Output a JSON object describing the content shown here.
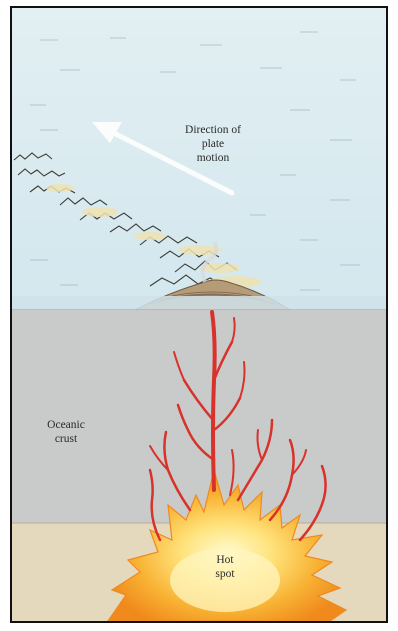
{
  "labels": {
    "direction": [
      "Direction of",
      "plate",
      "motion"
    ],
    "oceanic_crust": [
      "Oceanic",
      "crust"
    ],
    "hot_spot": [
      "Hot",
      "spot"
    ]
  },
  "colors": {
    "sky": "#dcecf1",
    "ocean_floor": "#c6c9c9",
    "lower_layer": "#e3d6bb",
    "magma_conduit": "#d8322a",
    "hot_spot_core": "#fff3a0",
    "hot_spot_outer": "#f6a126",
    "arrow": "#ffffff",
    "frame": "#111111"
  },
  "icons": {
    "arrow": "plate-motion-arrow",
    "volcanoes": "seamount-chain"
  }
}
